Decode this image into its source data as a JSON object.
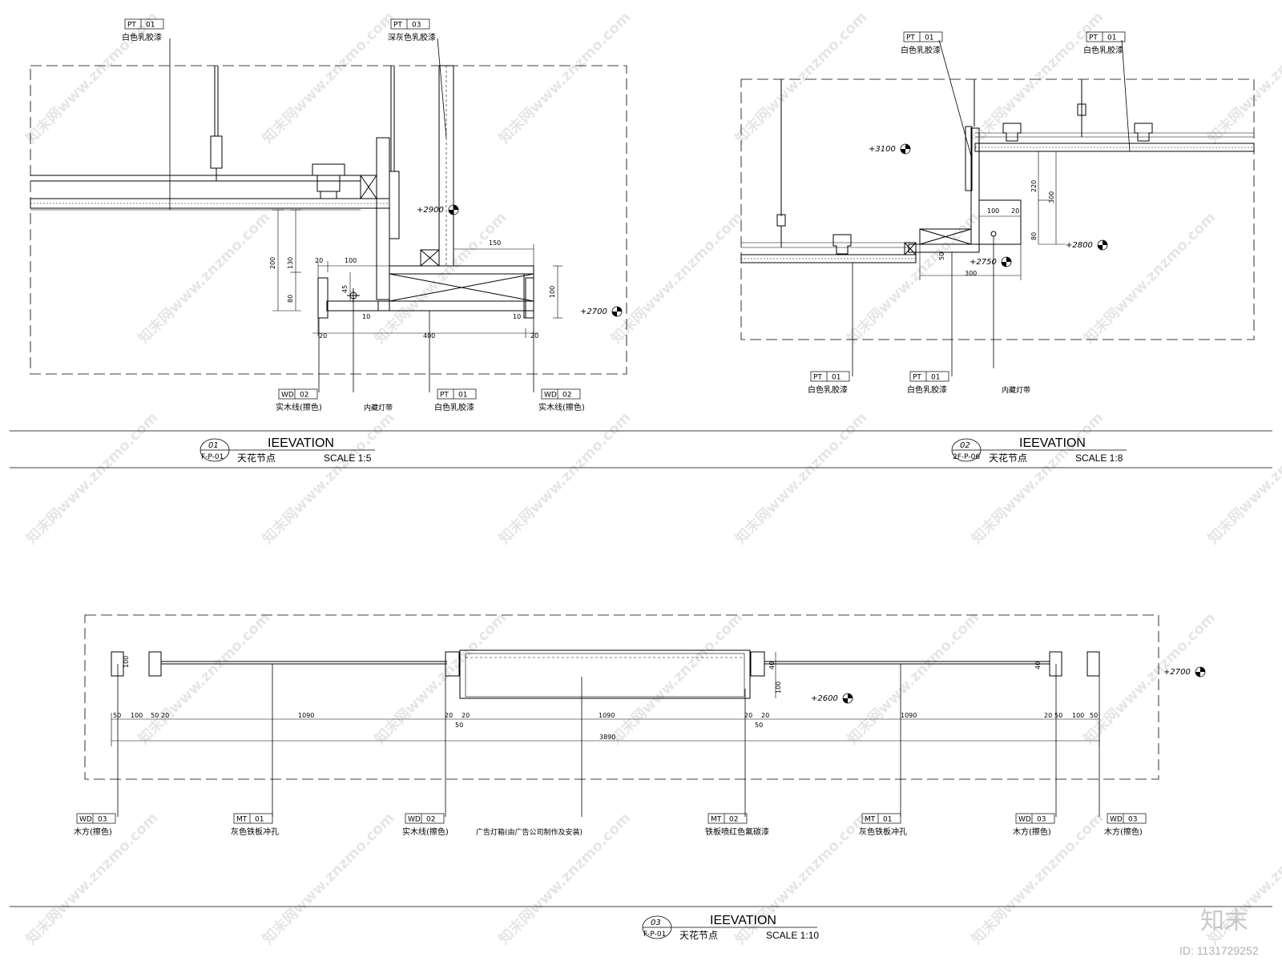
{
  "details": [
    {
      "number": "01",
      "ref": "F-P-01",
      "title": "IEEVATION",
      "name": "天花节点",
      "scale": "SCALE 1:5",
      "tags_top": [
        {
          "code": "PT",
          "num": "01",
          "desc": "白色乳胶漆"
        },
        {
          "code": "PT",
          "num": "03",
          "desc": "深灰色乳胶漆"
        }
      ],
      "tags_bottom": [
        {
          "code": "WD",
          "num": "02",
          "desc": "实木线(擦色)"
        },
        {
          "code": "",
          "num": "",
          "desc": "内藏灯带"
        },
        {
          "code": "PT",
          "num": "01",
          "desc": "白色乳胶漆"
        },
        {
          "code": "WD",
          "num": "02",
          "desc": "实木线(擦色)"
        }
      ],
      "elevations": [
        "+2900",
        "+2700"
      ],
      "dims": [
        "150",
        "130",
        "200",
        "80",
        "20",
        "100",
        "45",
        "10",
        "400",
        "10",
        "20",
        "20",
        "100"
      ]
    },
    {
      "number": "02",
      "ref": "2F-P-06",
      "title": "IEEVATION",
      "name": "天花节点",
      "scale": "SCALE 1:8",
      "tags_top": [
        {
          "code": "PT",
          "num": "01",
          "desc": "白色乳胶漆"
        },
        {
          "code": "PT",
          "num": "01",
          "desc": "白色乳胶漆"
        }
      ],
      "tags_bottom": [
        {
          "code": "PT",
          "num": "01",
          "desc": "白色乳胶漆"
        },
        {
          "code": "PT",
          "num": "01",
          "desc": "白色乳胶漆"
        },
        {
          "code": "",
          "num": "",
          "desc": "内藏灯带"
        }
      ],
      "elevations": [
        "+3100",
        "+2800",
        "+2750"
      ],
      "dims": [
        "220",
        "300",
        "100",
        "20",
        "80",
        "50",
        "300"
      ]
    },
    {
      "number": "03",
      "ref": "F-P-01",
      "title": "IEEVATION",
      "name": "天花节点",
      "scale": "SCALE 1:10",
      "tags_bottom": [
        {
          "code": "WD",
          "num": "03",
          "desc": "木方(擦色)"
        },
        {
          "code": "MT",
          "num": "01",
          "desc": "灰色铁板冲孔"
        },
        {
          "code": "WD",
          "num": "02",
          "desc": "实木线(擦色)"
        },
        {
          "code": "",
          "num": "",
          "desc": "广告灯箱(由广告公司制作及安装)"
        },
        {
          "code": "MT",
          "num": "02",
          "desc": "铁板喷红色氟碳漆"
        },
        {
          "code": "MT",
          "num": "01",
          "desc": "灰色铁板冲孔"
        },
        {
          "code": "WD",
          "num": "03",
          "desc": "木方(擦色)"
        },
        {
          "code": "WD",
          "num": "03",
          "desc": "木方(擦色)"
        }
      ],
      "elevations": [
        "+2700",
        "+2600"
      ],
      "dims_chain": [
        "50",
        "100",
        "50",
        "20",
        "1090",
        "20",
        "20",
        "1090",
        "20",
        "20",
        "1090",
        "20",
        "50",
        "100",
        "50"
      ],
      "dims_extra": [
        "50",
        "50",
        "40",
        "40",
        "100",
        "100"
      ],
      "dim_total": "3890"
    }
  ],
  "watermark": "知末网www.znzmo.com",
  "brand": "知末",
  "image_id": "ID: 1131729252"
}
